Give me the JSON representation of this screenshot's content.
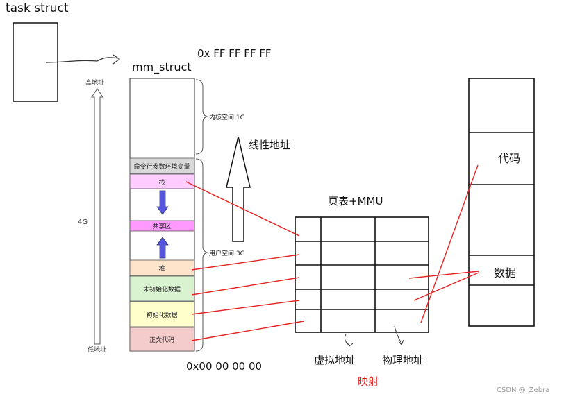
{
  "task_struct": {
    "title": "task struct"
  },
  "mm_struct": {
    "title": "mm_struct"
  },
  "address_top": "0x FF FF FF FF",
  "address_bottom": "0x00 00 00 00",
  "high_addr_label": "高地址",
  "low_addr_label": "低地址",
  "total_size_label": "4G",
  "kernel_space_label": "内核空间 1G",
  "user_space_label": "用户空间 3G",
  "linear_address_label": "线性地址",
  "segments": {
    "cmdline_env": "命令行参数环境变量",
    "stack": "栈",
    "shared": "共享区",
    "heap": "堆",
    "bss": "未初始化数据",
    "data": "初始化数据",
    "text": "正文代码"
  },
  "page_table": {
    "title": "页表+MMU",
    "virtual_label": "虚拟地址",
    "physical_label": "物理地址",
    "mapping_label": "映射"
  },
  "physical_memory": {
    "code_label": "代码",
    "data_label": "数据"
  },
  "watermark": "CSDN @_Zebra",
  "colors": {
    "stack": "#ffccff",
    "shared": "#ff99ff",
    "heap": "#ffe4cc",
    "bss": "#d9f2d0",
    "data": "#ffffcc",
    "text": "#f4cccc",
    "cmdline": "#d9d9d9",
    "red": "#e52222",
    "blue_arrow": "#5555dd"
  }
}
